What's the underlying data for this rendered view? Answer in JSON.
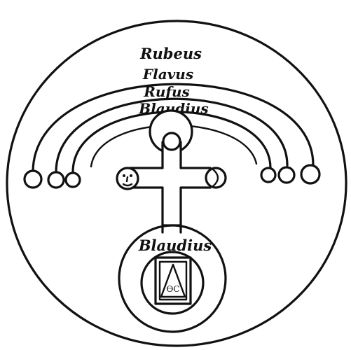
{
  "labels": {
    "arc_1": "Rubeus",
    "arc_2": "Flavus",
    "arc_3": "Rufus",
    "arc_4": "Blaudius",
    "inner_circle": "Blaudius"
  },
  "sigil": {
    "glyph": "ϴC"
  },
  "colors": {
    "ink": "#111111",
    "paper": "#ffffff"
  }
}
